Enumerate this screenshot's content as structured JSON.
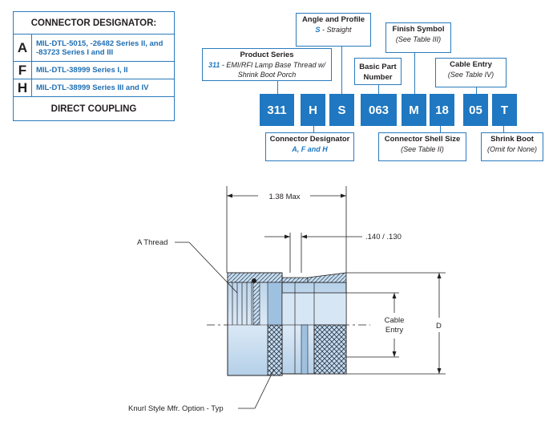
{
  "designator_table": {
    "header": "CONNECTOR DESIGNATOR:",
    "rows": [
      {
        "letter": "A",
        "text": "MIL-DTL-5015, -26482 Series II, and -83723 Series I and III"
      },
      {
        "letter": "F",
        "text": "MIL-DTL-38999 Series I, II"
      },
      {
        "letter": "H",
        "text": "MIL-DTL-38999 Series III and IV"
      }
    ],
    "footer": "DIRECT COUPLING"
  },
  "part_number": {
    "segments": [
      "311",
      "H",
      "S",
      "063",
      "M",
      "18",
      "05",
      "T"
    ]
  },
  "callouts": {
    "angle_profile": {
      "title": "Angle and Profile",
      "code": "S",
      "sep": " - ",
      "desc": "Straight"
    },
    "product_series": {
      "title": "Product Series",
      "code": "311",
      "sep": " - ",
      "desc": "EMI/RFI Lamp Base Thread w/ Shrink Boot Porch"
    },
    "basic_part": {
      "title": "Basic Part Number"
    },
    "finish": {
      "title": "Finish Symbol",
      "desc": "(See Table III)"
    },
    "cable_entry": {
      "title": "Cable Entry",
      "desc": "(See Table IV)"
    },
    "connector_designator": {
      "title": "Connector Designator",
      "desc": "A, F and H"
    },
    "shell_size": {
      "title": "Connector Shell Size",
      "desc": "(See Table II)"
    },
    "shrink_boot": {
      "title": "Shrink Boot",
      "desc": "(Omit for None)"
    }
  },
  "drawing": {
    "max_length": "1.38 Max",
    "dim_140": ".140 / .130",
    "a_thread": "A Thread",
    "cable_entry": "Cable Entry",
    "d": "D",
    "knurl": "Knurl Style Mfr. Option - Typ"
  },
  "colors": {
    "accent": "#1f78c1",
    "border": "#2b7bbd",
    "body": "#c6dcef",
    "body_dark": "#8fb3d3"
  }
}
